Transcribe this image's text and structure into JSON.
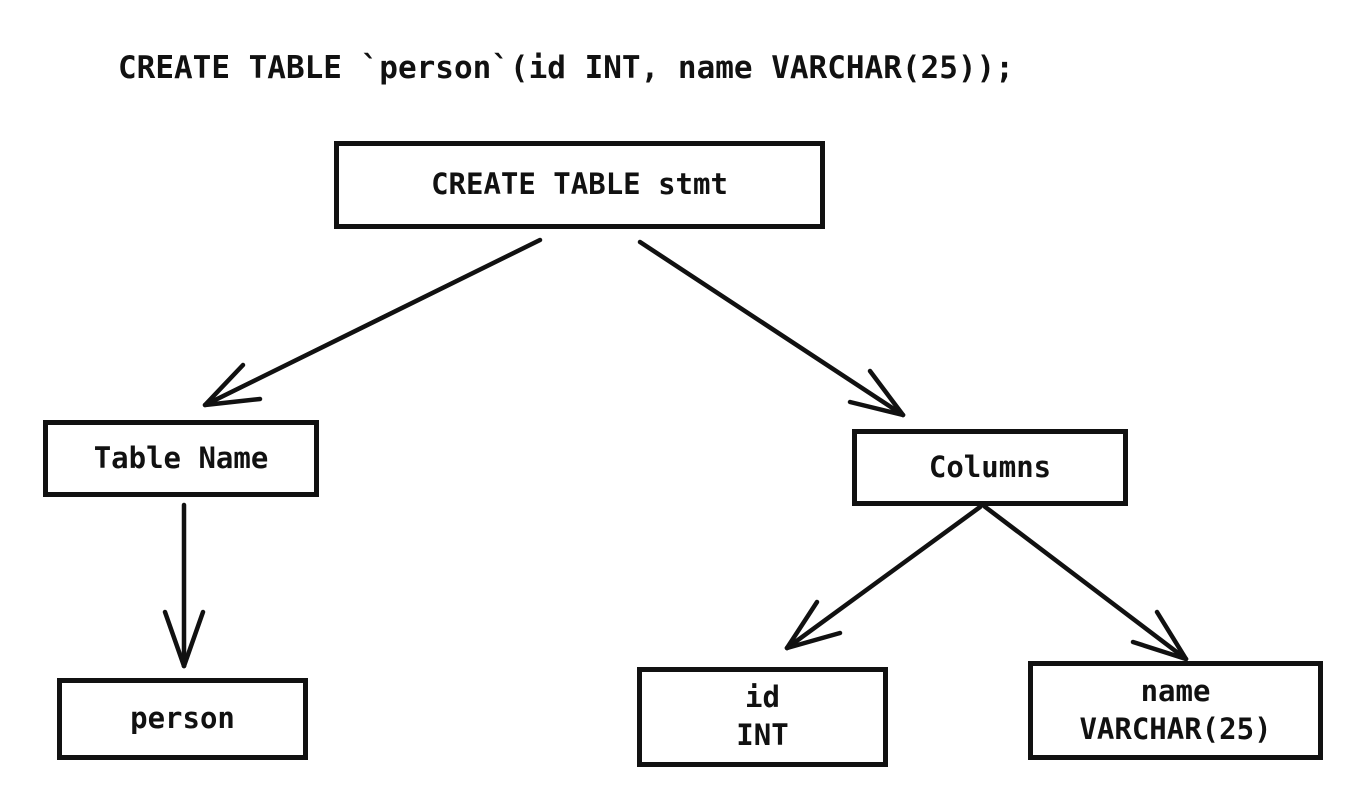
{
  "page": {
    "background_color": "#ffffff",
    "ink_color": "#111111"
  },
  "statement": {
    "text": "CREATE TABLE `person`(id INT, name VARCHAR(25));"
  },
  "tree": {
    "root": {
      "label": "CREATE TABLE stmt"
    },
    "table_name": {
      "label": "Table Name"
    },
    "columns": {
      "label": "Columns"
    },
    "person": {
      "label": "person"
    },
    "id_column": {
      "line1": "id",
      "line2": "INT"
    },
    "name_column": {
      "line1": "name",
      "line2": "VARCHAR(25)"
    }
  },
  "edges": [
    {
      "from": "create-table-stmt",
      "to": "table-name"
    },
    {
      "from": "create-table-stmt",
      "to": "columns"
    },
    {
      "from": "table-name",
      "to": "person"
    },
    {
      "from": "columns",
      "to": "id-column"
    },
    {
      "from": "columns",
      "to": "name-column"
    }
  ]
}
